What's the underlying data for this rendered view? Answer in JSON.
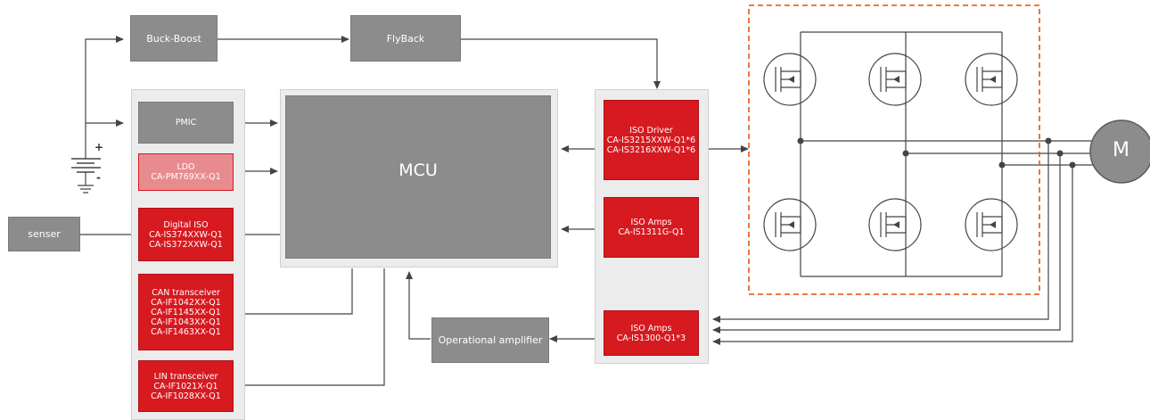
{
  "buck_boost": "Buck-Boost",
  "flyback": "FlyBack",
  "pmic": "PMIC",
  "ldo": {
    "title": "LDO",
    "part": "CA-PM769XX-Q1"
  },
  "digital_iso": {
    "title": "Digital ISO",
    "parts": [
      "CA-IS374XXW-Q1",
      "CA-IS372XXW-Q1"
    ]
  },
  "can_transceiver": {
    "title": "CAN transceiver",
    "parts": [
      "CA-IF1042XX-Q1",
      "CA-IF1145XX-Q1",
      "CA-IF1043XX-Q1",
      "CA-IF1463XX-Q1"
    ]
  },
  "lin_transceiver": {
    "title": "LIN transceiver",
    "parts": [
      "CA-IF1021X-Q1",
      "CA-IF1028XX-Q1"
    ]
  },
  "mcu": "MCU",
  "senser": "senser",
  "iso_driver": {
    "title": "ISO Driver",
    "parts": [
      "CA-IS3215XXW-Q1*6",
      "CA-IS3216XXW-Q1*6"
    ]
  },
  "iso_amps_1": {
    "title": "ISO Amps",
    "part": "CA-IS1311G-Q1"
  },
  "iso_amps_2": {
    "title": "ISO Amps",
    "part": "CA-IS1300-Q1*3"
  },
  "op_amp": "Operational amplifier",
  "motor": "M",
  "battery": {
    "plus": "+",
    "minus": "-"
  },
  "colors": {
    "red": "#d71920",
    "gray": "#8c8c8c",
    "pink": "#e88b8f",
    "line": "#444444",
    "dashed": "#e8672a"
  }
}
